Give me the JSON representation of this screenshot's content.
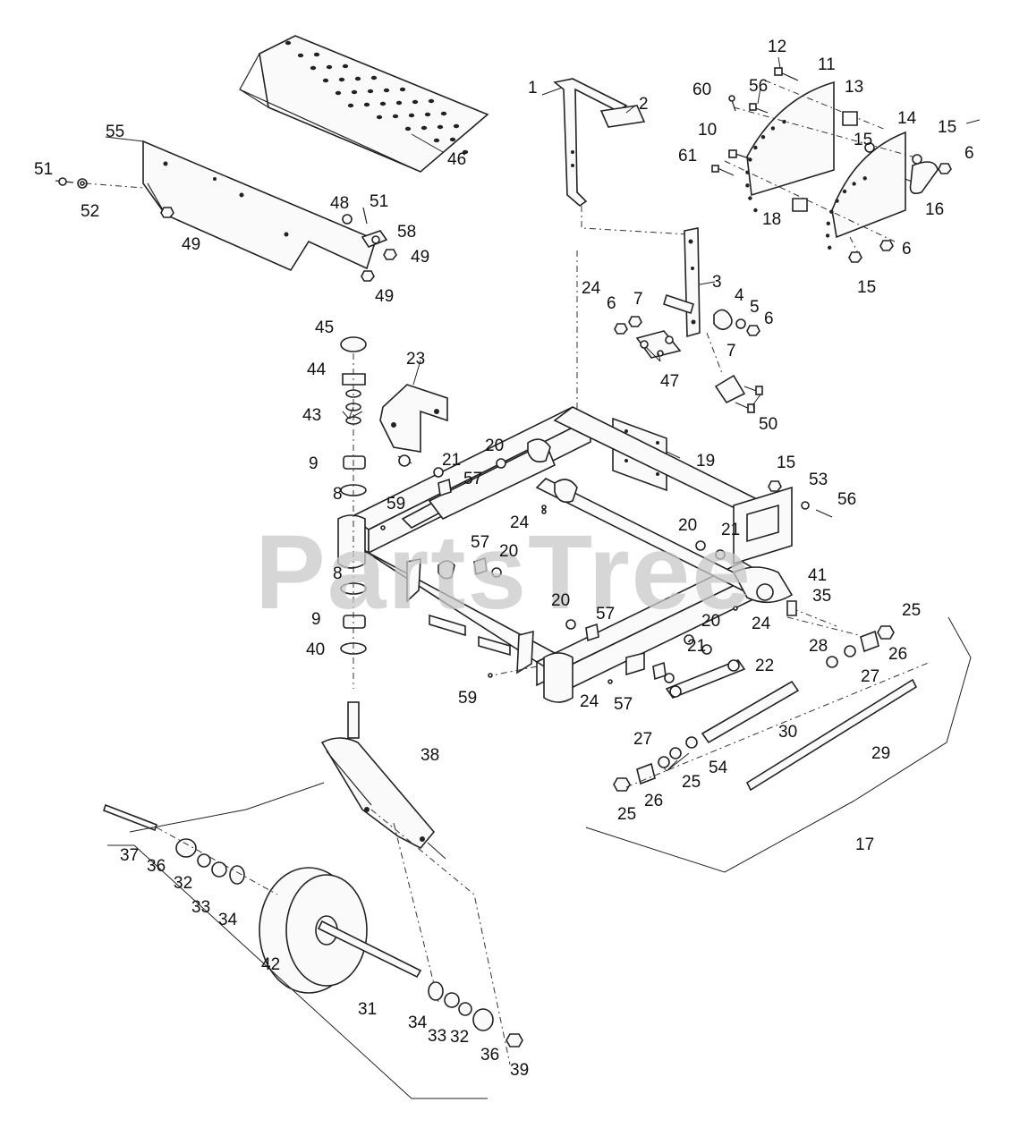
{
  "watermark": "PartsTree",
  "callouts": [
    {
      "id": "c1",
      "text": "1"
    },
    {
      "id": "c2",
      "text": "2"
    },
    {
      "id": "c3",
      "text": "3"
    },
    {
      "id": "c4",
      "text": "4"
    },
    {
      "id": "c5",
      "text": "5"
    },
    {
      "id": "c6a",
      "text": "6"
    },
    {
      "id": "c6b",
      "text": "6"
    },
    {
      "id": "c6c",
      "text": "6"
    },
    {
      "id": "c6d",
      "text": "6"
    },
    {
      "id": "c7a",
      "text": "7"
    },
    {
      "id": "c7b",
      "text": "7"
    },
    {
      "id": "c8a",
      "text": "8"
    },
    {
      "id": "c8b",
      "text": "8"
    },
    {
      "id": "c9a",
      "text": "9"
    },
    {
      "id": "c9b",
      "text": "9"
    },
    {
      "id": "c10",
      "text": "10"
    },
    {
      "id": "c11",
      "text": "11"
    },
    {
      "id": "c12",
      "text": "12"
    },
    {
      "id": "c13",
      "text": "13"
    },
    {
      "id": "c14",
      "text": "14"
    },
    {
      "id": "c15a",
      "text": "15"
    },
    {
      "id": "c15b",
      "text": "15"
    },
    {
      "id": "c15c",
      "text": "15"
    },
    {
      "id": "c15d",
      "text": "15"
    },
    {
      "id": "c16",
      "text": "16"
    },
    {
      "id": "c17",
      "text": "17"
    },
    {
      "id": "c18",
      "text": "18"
    },
    {
      "id": "c19",
      "text": "19"
    },
    {
      "id": "c20a",
      "text": "20"
    },
    {
      "id": "c20b",
      "text": "20"
    },
    {
      "id": "c20c",
      "text": "20"
    },
    {
      "id": "c20d",
      "text": "20"
    },
    {
      "id": "c20e",
      "text": "20"
    },
    {
      "id": "c21a",
      "text": "21"
    },
    {
      "id": "c21b",
      "text": "21"
    },
    {
      "id": "c21c",
      "text": "21"
    },
    {
      "id": "c22",
      "text": "22"
    },
    {
      "id": "c23",
      "text": "23"
    },
    {
      "id": "c24a",
      "text": "24"
    },
    {
      "id": "c24b",
      "text": "24"
    },
    {
      "id": "c24c",
      "text": "24"
    },
    {
      "id": "c24d",
      "text": "24"
    },
    {
      "id": "c25a",
      "text": "25"
    },
    {
      "id": "c25b",
      "text": "25"
    },
    {
      "id": "c25c",
      "text": "25"
    },
    {
      "id": "c26a",
      "text": "26"
    },
    {
      "id": "c26b",
      "text": "26"
    },
    {
      "id": "c27a",
      "text": "27"
    },
    {
      "id": "c27b",
      "text": "27"
    },
    {
      "id": "c28",
      "text": "28"
    },
    {
      "id": "c29",
      "text": "29"
    },
    {
      "id": "c30",
      "text": "30"
    },
    {
      "id": "c31",
      "text": "31"
    },
    {
      "id": "c32a",
      "text": "32"
    },
    {
      "id": "c32b",
      "text": "32"
    },
    {
      "id": "c33a",
      "text": "33"
    },
    {
      "id": "c33b",
      "text": "33"
    },
    {
      "id": "c34a",
      "text": "34"
    },
    {
      "id": "c34b",
      "text": "34"
    },
    {
      "id": "c35",
      "text": "35"
    },
    {
      "id": "c36a",
      "text": "36"
    },
    {
      "id": "c36b",
      "text": "36"
    },
    {
      "id": "c37",
      "text": "37"
    },
    {
      "id": "c38",
      "text": "38"
    },
    {
      "id": "c39",
      "text": "39"
    },
    {
      "id": "c40",
      "text": "40"
    },
    {
      "id": "c41",
      "text": "41"
    },
    {
      "id": "c42",
      "text": "42"
    },
    {
      "id": "c43",
      "text": "43"
    },
    {
      "id": "c44",
      "text": "44"
    },
    {
      "id": "c45",
      "text": "45"
    },
    {
      "id": "c46",
      "text": "46"
    },
    {
      "id": "c47",
      "text": "47"
    },
    {
      "id": "c48",
      "text": "48"
    },
    {
      "id": "c49a",
      "text": "49"
    },
    {
      "id": "c49b",
      "text": "49"
    },
    {
      "id": "c49c",
      "text": "49"
    },
    {
      "id": "c50",
      "text": "50"
    },
    {
      "id": "c51a",
      "text": "51"
    },
    {
      "id": "c51b",
      "text": "51"
    },
    {
      "id": "c52",
      "text": "52"
    },
    {
      "id": "c53",
      "text": "53"
    },
    {
      "id": "c54",
      "text": "54"
    },
    {
      "id": "c55",
      "text": "55"
    },
    {
      "id": "c56a",
      "text": "56"
    },
    {
      "id": "c56b",
      "text": "56"
    },
    {
      "id": "c57a",
      "text": "57"
    },
    {
      "id": "c57b",
      "text": "57"
    },
    {
      "id": "c57c",
      "text": "57"
    },
    {
      "id": "c57d",
      "text": "57"
    },
    {
      "id": "c58",
      "text": "58"
    },
    {
      "id": "c59a",
      "text": "59"
    },
    {
      "id": "c59b",
      "text": "59"
    },
    {
      "id": "c60",
      "text": "60"
    },
    {
      "id": "c61",
      "text": "61"
    }
  ]
}
